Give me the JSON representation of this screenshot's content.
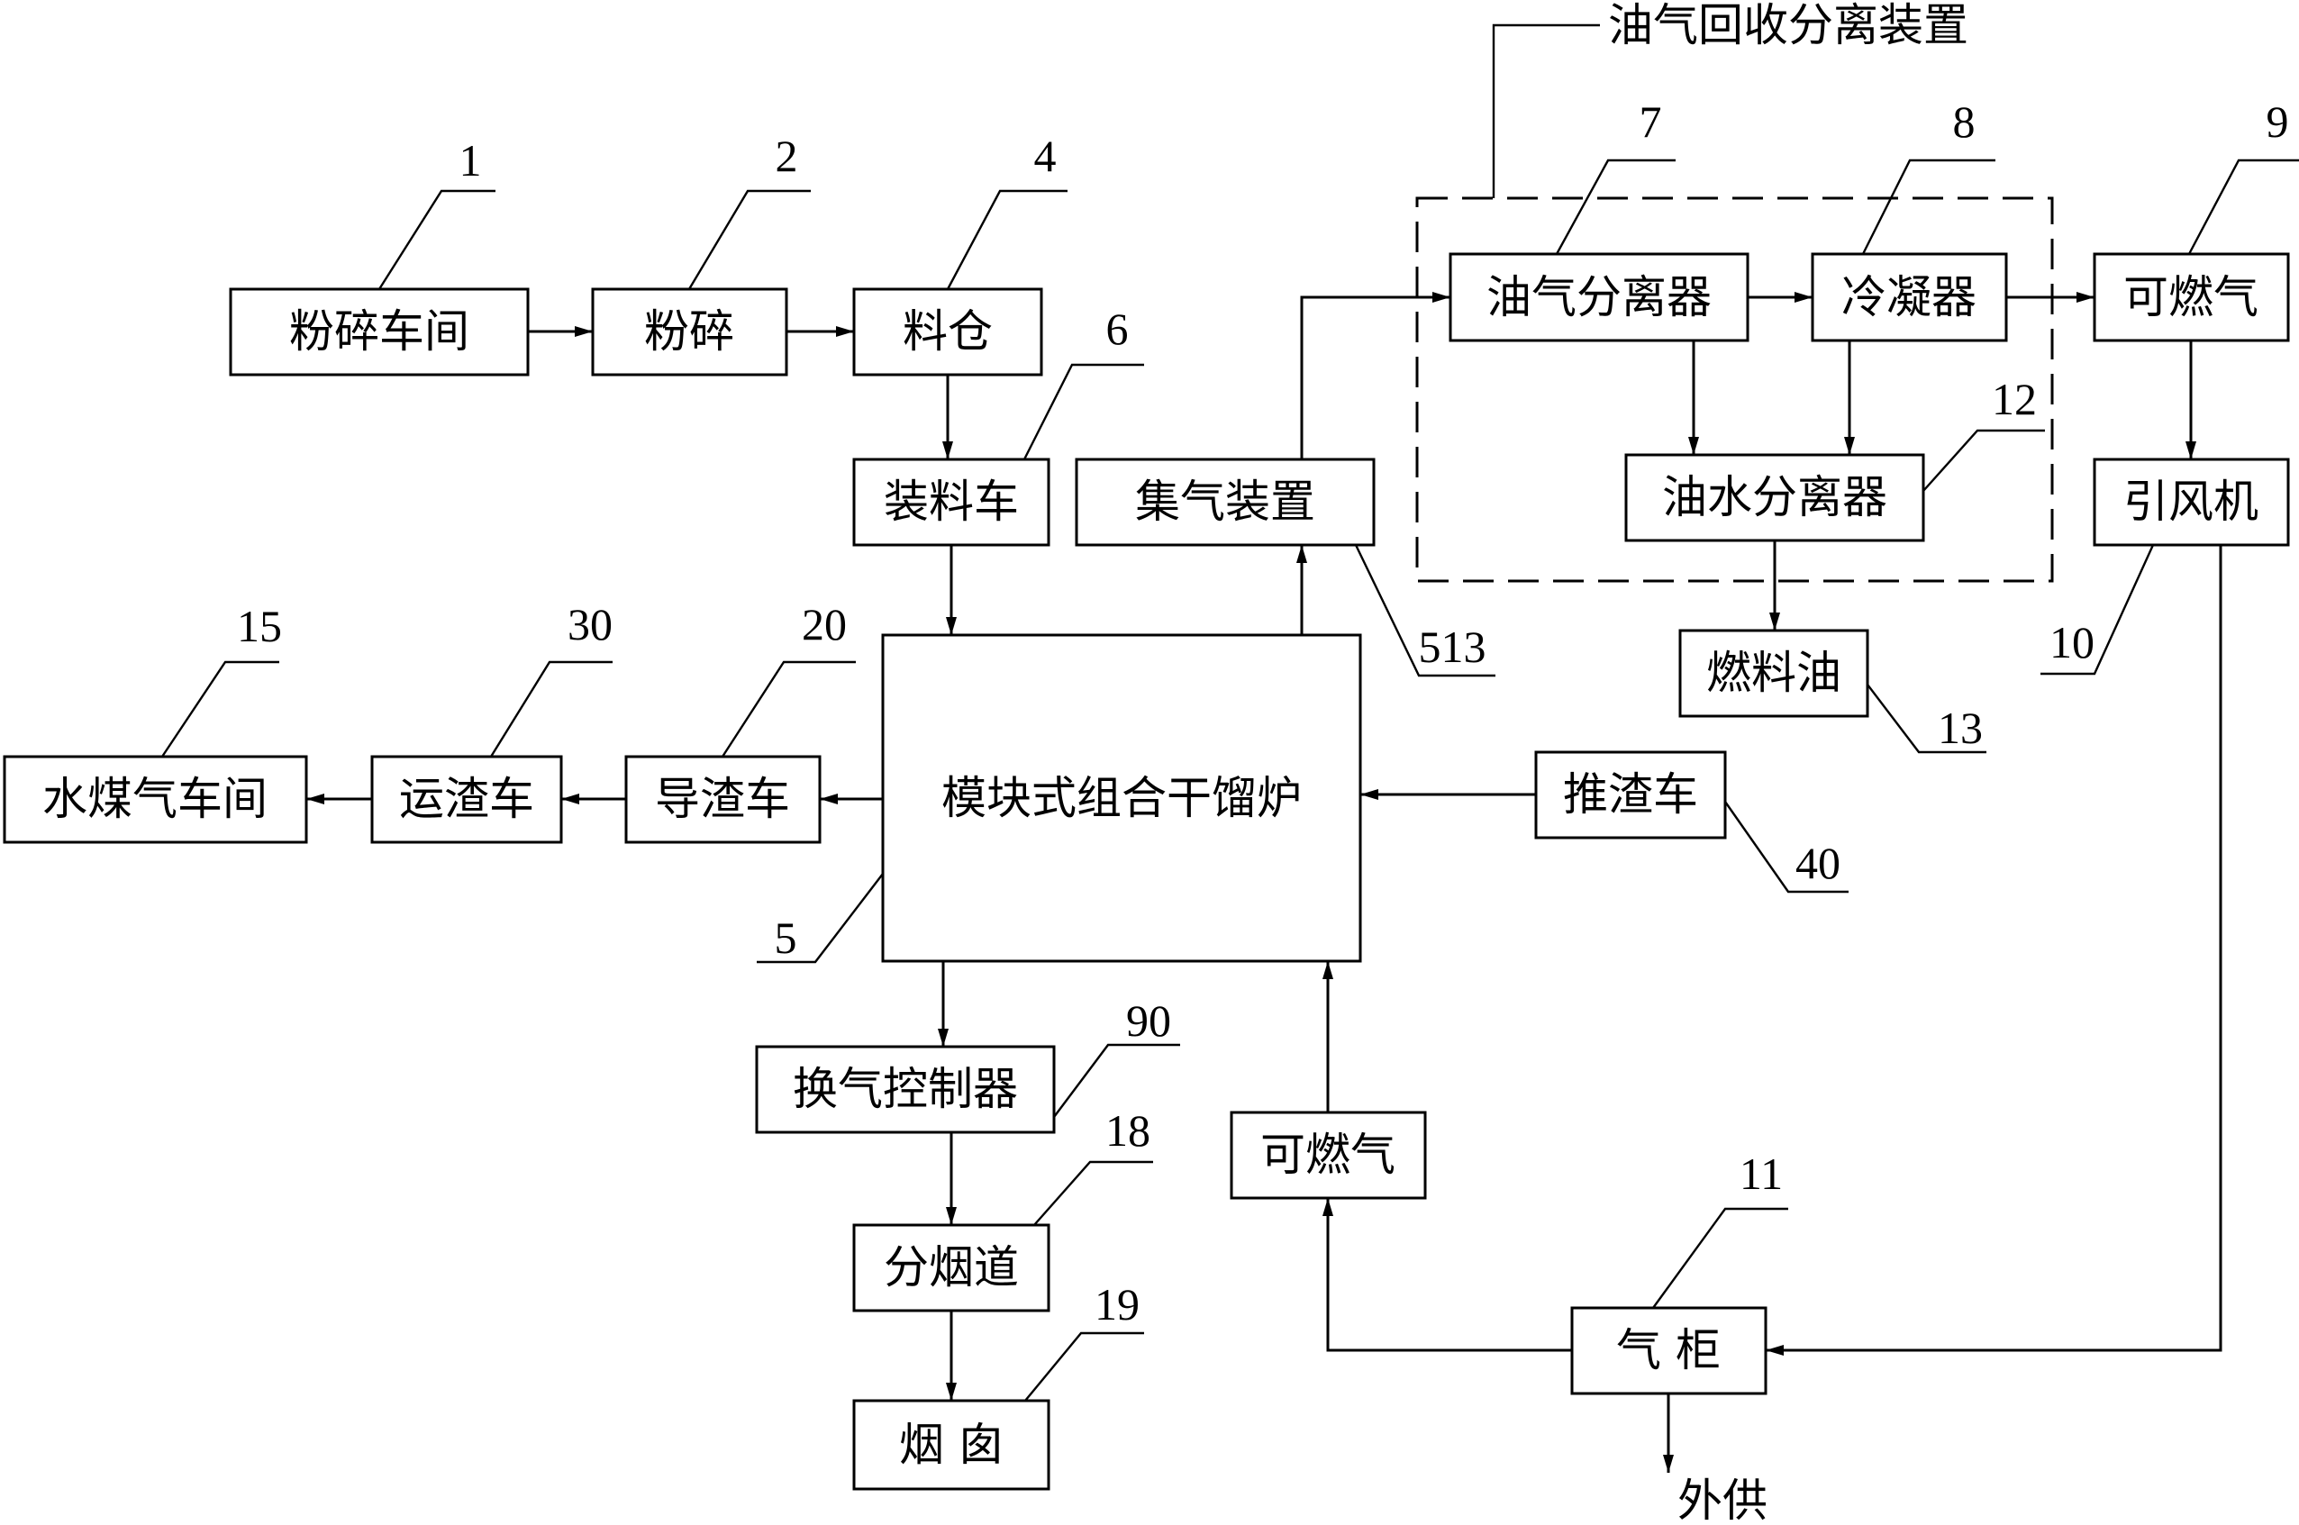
{
  "title": "油气回收分离装置",
  "boxes": {
    "crushing_workshop": "粉碎车间",
    "crushing": "粉碎",
    "silo": "料仓",
    "loading_car": "装料车",
    "gas_collector": "集气装置",
    "retort": "模块式组合干馏炉",
    "oil_gas_separator": "油气分离器",
    "condenser": "冷凝器",
    "combustible_gas_top": "可燃气",
    "oil_water_separator": "油水分离器",
    "induced_fan": "引风机",
    "fuel_oil": "燃料油",
    "water_gas_workshop": "水煤气车间",
    "slag_transport_car": "运渣车",
    "slag_guide_car": "导渣车",
    "slag_pusher_car": "推渣车",
    "ventilation_controller": "换气控制器",
    "flue_splitter": "分烟道",
    "chimney": "烟 囱",
    "combustible_gas_bottom": "可燃气",
    "gas_holder": "气 柜"
  },
  "external_supply": "外供",
  "numbers": {
    "n1": "1",
    "n2": "2",
    "n4": "4",
    "n6": "6",
    "n7": "7",
    "n8": "8",
    "n9": "9",
    "n10": "10",
    "n11": "11",
    "n12": "12",
    "n13": "13",
    "n15": "15",
    "n18": "18",
    "n19": "19",
    "n20": "20",
    "n30": "30",
    "n40": "40",
    "n5": "5",
    "n90": "90",
    "n513": "513"
  }
}
